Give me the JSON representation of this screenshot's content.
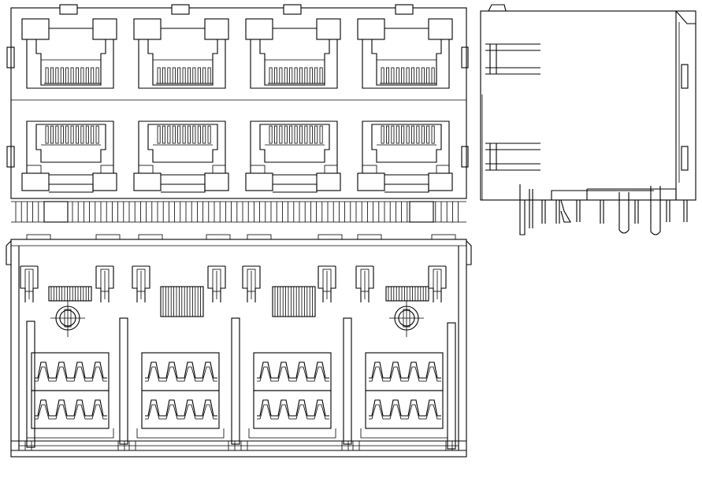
{
  "drawing": {
    "views": [
      "front-view",
      "side-view",
      "bottom-view"
    ],
    "front_view": {
      "ports_per_row": 4,
      "rows": 2
    },
    "bottom_view": {
      "led_groups": 4,
      "circles": 2
    },
    "stroke_color": "#000000",
    "background_color": "#ffffff"
  }
}
